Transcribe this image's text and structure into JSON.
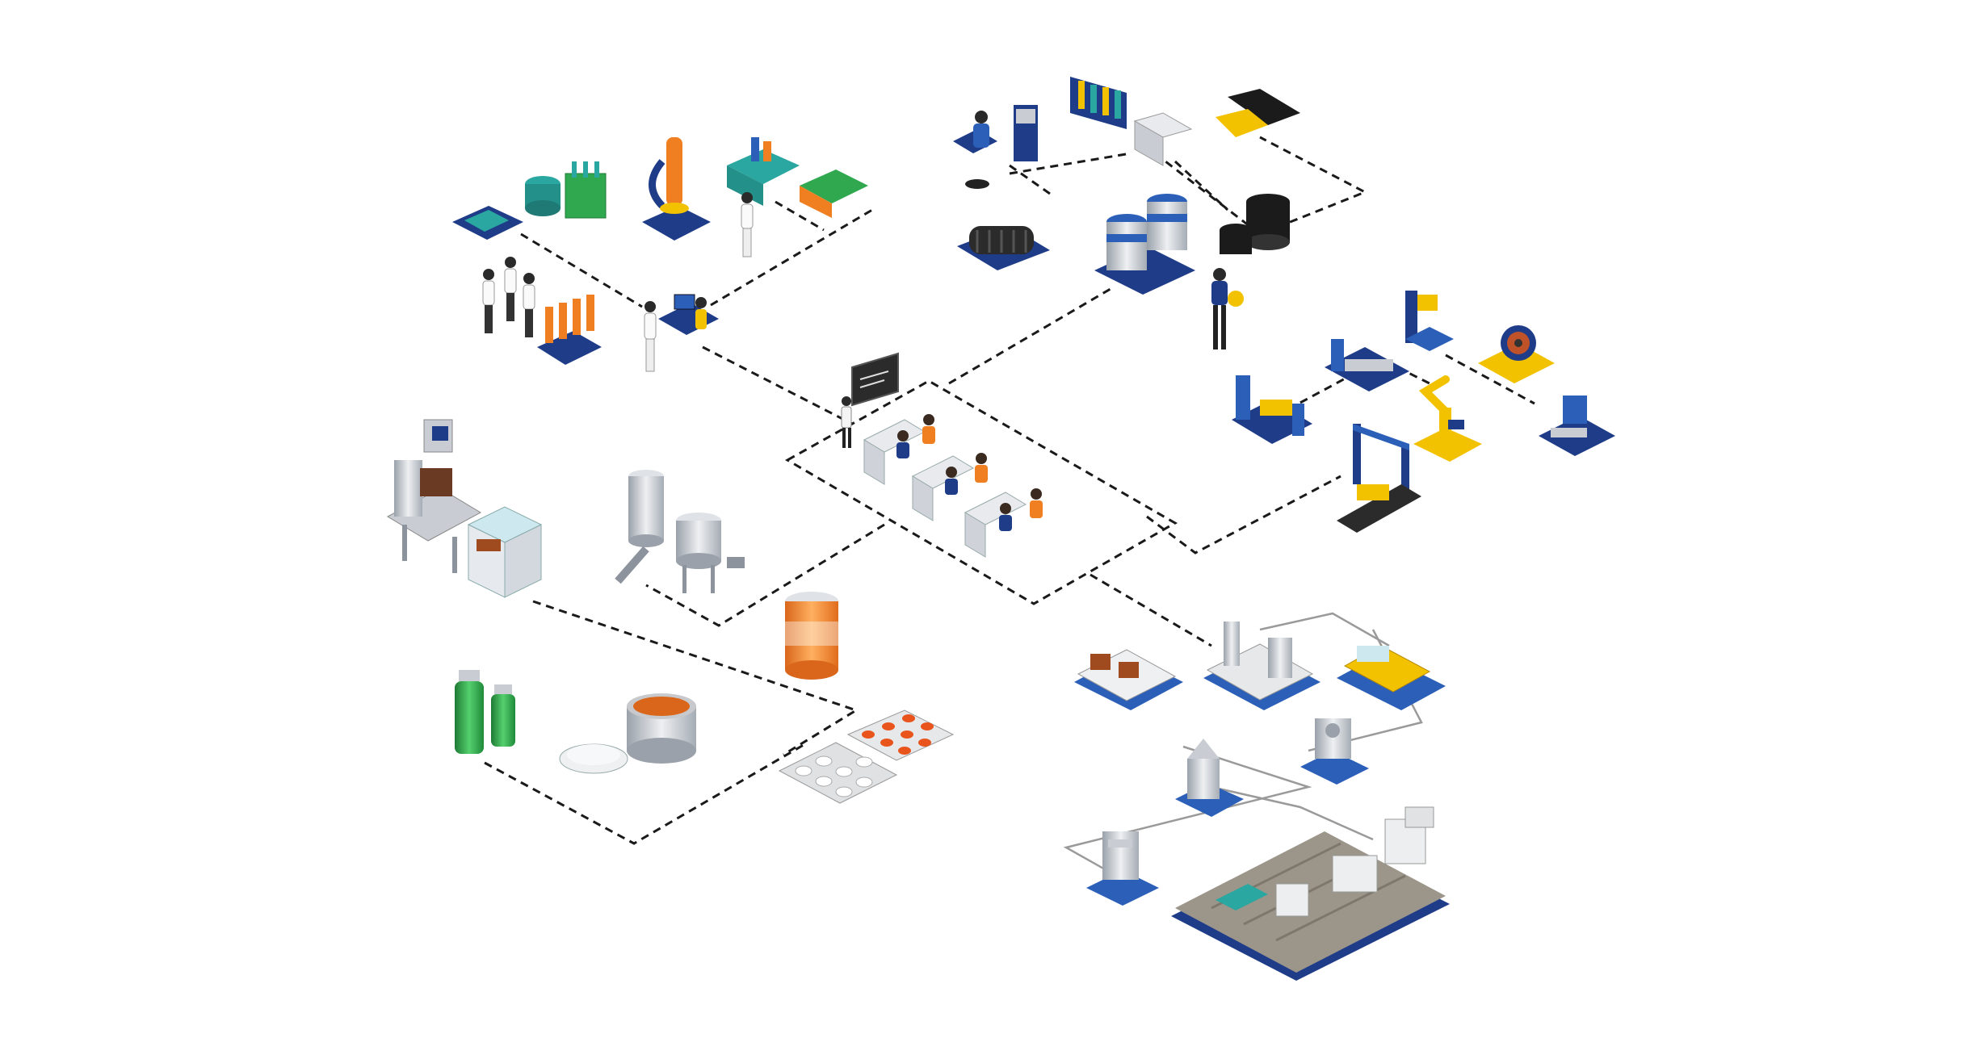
{
  "diagram": {
    "background": "#ffffff",
    "colors": {
      "connector_dashed": "#1a1a1a",
      "connector_solid": "#9a9a9a",
      "navy": "#1f3c88",
      "royal_blue": "#2b5fb8",
      "teal": "#2aa7a0",
      "green": "#2fa84f",
      "orange": "#f07f22",
      "yellow": "#f2c200",
      "steel": "#c9cdd3",
      "dark_steel": "#8c939c",
      "black": "#1b1b1b"
    },
    "clusters": [
      {
        "id": "central-operations-hub",
        "icons": [
          "chalkboard-icon",
          "presenter-icon",
          "workstation-icon",
          "operator-icon"
        ]
      },
      {
        "id": "research-laboratory",
        "icons": [
          "analyzer-icon",
          "test-tube-rack-icon",
          "microscope-icon",
          "lab-bench-icon",
          "scientist-icon"
        ]
      },
      {
        "id": "mechanical-engineering",
        "icons": [
          "engineer-icon",
          "engine-block-icon",
          "turbine-icon",
          "server-rack-icon",
          "tire-stack-icon",
          "conveyor-pad-icon"
        ]
      },
      {
        "id": "robotic-assembly-line",
        "icons": [
          "robot-arm-icon",
          "press-machine-icon",
          "cable-reel-icon",
          "assembly-station-icon"
        ]
      },
      {
        "id": "food-processing",
        "icons": [
          "vending-machine-icon",
          "display-counter-icon",
          "steel-tank-icon",
          "mixing-vessel-icon"
        ]
      },
      {
        "id": "pharmaceutical-packaging",
        "icons": [
          "pill-jar-icon",
          "blister-pack-icon",
          "medicine-bottle-icon",
          "ointment-jar-icon"
        ]
      },
      {
        "id": "automated-factory",
        "icons": [
          "processing-module-icon",
          "filling-station-icon",
          "control-unit-icon",
          "production-platform-icon"
        ]
      }
    ]
  }
}
